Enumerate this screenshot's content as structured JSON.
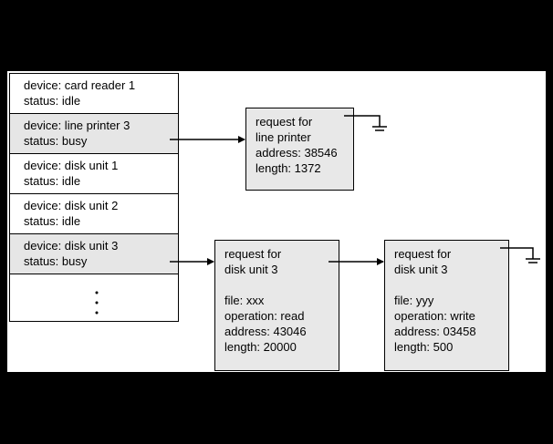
{
  "device_table": {
    "rows": [
      {
        "device": "device: card reader 1",
        "status": "status: idle",
        "busy": false
      },
      {
        "device": "device: line printer 3",
        "status": "status: busy",
        "busy": true
      },
      {
        "device": "device: disk unit 1",
        "status": "status: idle",
        "busy": false
      },
      {
        "device": "device: disk unit 2",
        "status": "status: idle",
        "busy": false
      },
      {
        "device": "device: disk unit 3",
        "status": "status: busy",
        "busy": true
      }
    ],
    "ellipsis": "⋮"
  },
  "requests": {
    "printer": {
      "lines": [
        "request for",
        "line printer",
        "address: 38546",
        "length: 1372"
      ]
    },
    "disk1": {
      "lines": [
        "request for",
        "disk unit 3",
        "",
        "file: xxx",
        "operation: read",
        "address: 43046",
        "length: 20000"
      ]
    },
    "disk2": {
      "lines": [
        "request for",
        "disk unit 3",
        "",
        "file: yyy",
        "operation: write",
        "address: 03458",
        "length: 500"
      ]
    }
  },
  "colors": {
    "background": "#000000",
    "panel": "#ffffff",
    "busy_row": "#e6e6e6",
    "request_box": "#e8e8e8"
  }
}
